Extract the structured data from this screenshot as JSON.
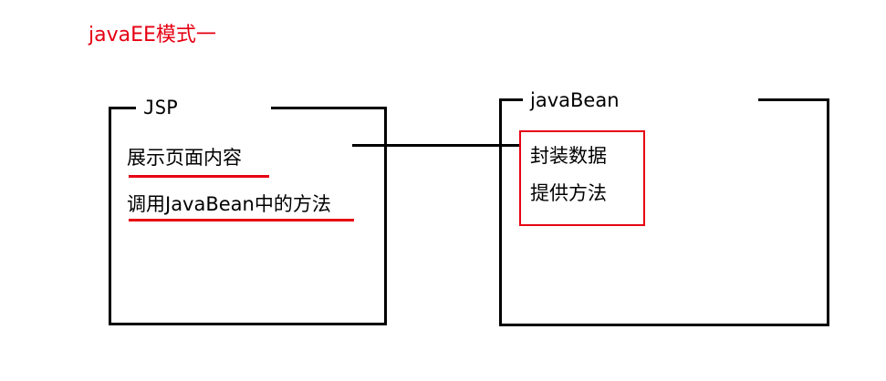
{
  "title": {
    "text": "javaEE模式一",
    "color": "#e60012"
  },
  "jsp_box": {
    "label": "JSP",
    "items": [
      "展示页面内容",
      "调用JavaBean中的方法"
    ],
    "underline_color": "#e60012"
  },
  "bean_box": {
    "label": "javaBean",
    "items": [
      "封装数据",
      "提供方法"
    ],
    "highlight_color": "#e60012"
  }
}
